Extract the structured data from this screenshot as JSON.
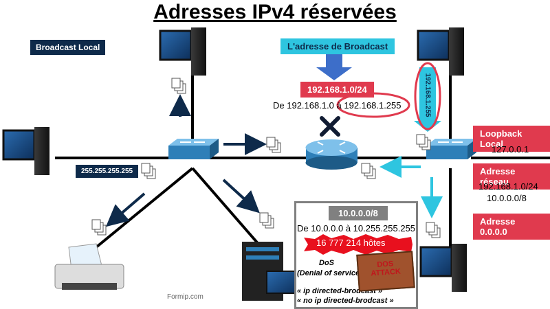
{
  "title": "Adresses IPv4 réservées",
  "labels": {
    "broadcast_local": "Broadcast Local",
    "broadcast_address": "L'adresse de Broadcast",
    "network": "192.168.1.0/24",
    "range_text": "De 192.168.1.0 à 192.168.1.255",
    "vertical_ip": "192.168.1.255",
    "broadcast_mask": "255.255.255.255",
    "loopback": "Loopback Local",
    "loopback_ip": "127.0.0.1",
    "network_address": "Adresse réseau",
    "network_ip_1": "192.168.1.0/24",
    "network_ip_2": "10.0.0.0/8",
    "address_zero": "Adresse 0.0.0.0"
  },
  "dos_box": {
    "network": "10.0.0.0/8",
    "range": "De 10.0.0.0 à 10.255.255.255",
    "hosts": "16 777 214 hôtes",
    "dos_line1": "DoS",
    "dos_line2": "(Denial of service)",
    "cmd1": "« ip directed-brodcast »",
    "cmd2": "« no ip directed-brodcast »",
    "sign_line1": "DOS",
    "sign_line2": "ATTACK"
  },
  "credit": "Formip.com",
  "colors": {
    "navy": "#0e2a4a",
    "cyan": "#2ec5e0",
    "red": "#e03a4e",
    "gray": "#808080",
    "switch": "#2e7fb8",
    "router": "#2e7fb8"
  },
  "icons": [
    "computer-icon",
    "switch-icon",
    "router-icon",
    "printer-icon",
    "server-icon",
    "document-stack-icon",
    "blocked-x-icon",
    "arrow-icon"
  ]
}
